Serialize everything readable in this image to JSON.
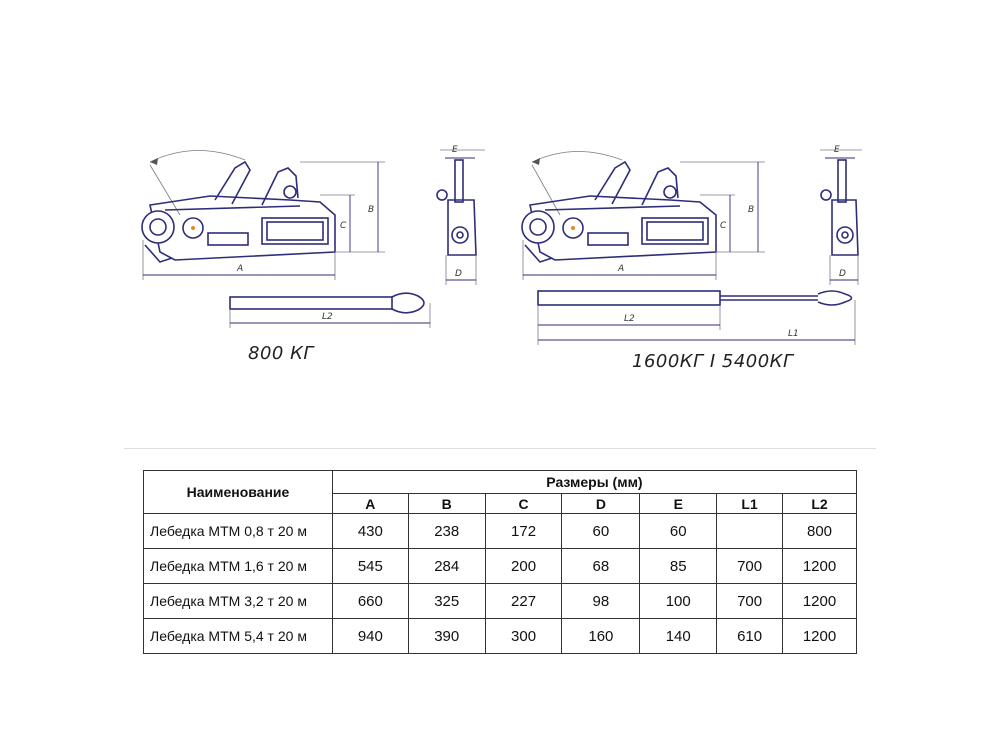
{
  "diagram": {
    "caption_left": "800 КГ",
    "caption_right": "1600КГ I 5400КГ",
    "dimension_labels": {
      "a": "A",
      "b": "B",
      "c": "C",
      "d": "D",
      "e": "E",
      "l1": "L1",
      "l2": "L2"
    }
  },
  "table": {
    "name_header": "Наименование",
    "group_header": "Размеры (мм)",
    "columns": [
      "A",
      "B",
      "C",
      "D",
      "E",
      "L1",
      "L2"
    ],
    "rows": [
      {
        "name": "Лебедка МТМ 0,8 т 20 м",
        "values": [
          "430",
          "238",
          "172",
          "60",
          "60",
          "",
          "800"
        ]
      },
      {
        "name": "Лебедка МТМ 1,6 т 20 м",
        "values": [
          "545",
          "284",
          "200",
          "68",
          "85",
          "700",
          "1200"
        ]
      },
      {
        "name": "Лебедка МТМ 3,2 т 20 м",
        "values": [
          "660",
          "325",
          "227",
          "98",
          "100",
          "700",
          "1200"
        ]
      },
      {
        "name": "Лебедка МТМ 5,4 т 20 м",
        "values": [
          "940",
          "390",
          "300",
          "160",
          "140",
          "610",
          "1200"
        ]
      }
    ]
  }
}
